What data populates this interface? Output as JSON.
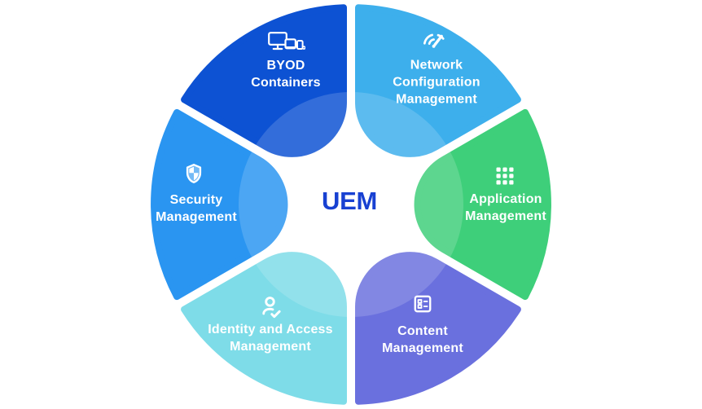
{
  "diagram": {
    "title": "UEM capability wheel",
    "center": {
      "label": "UEM",
      "color": "#1841d2"
    },
    "inner_highlight": {
      "radius": 138,
      "overlay": "rgba(255,255,255,0.16)"
    },
    "segments": [
      {
        "id": "byod-containers",
        "label": "BYOD\nContainers",
        "color": "#0d52d3",
        "icon": "devices-icon"
      },
      {
        "id": "network-configuration-management",
        "label": "Network\nConfiguration\nManagement",
        "color": "#3dafec",
        "icon": "network-check-icon"
      },
      {
        "id": "application-management",
        "label": "Application\nManagement",
        "color": "#3ecf7a",
        "icon": "apps-grid-icon"
      },
      {
        "id": "content-management",
        "label": "Content\nManagement",
        "color": "#6a70de",
        "icon": "ballot-icon"
      },
      {
        "id": "identity-and-access-management",
        "label": "Identity and Access\nManagement",
        "color": "#7edce8",
        "icon": "person-check-icon"
      },
      {
        "id": "security-management",
        "label": "Security\nManagement",
        "color": "#2a95f1",
        "icon": "shield-icon"
      }
    ]
  }
}
